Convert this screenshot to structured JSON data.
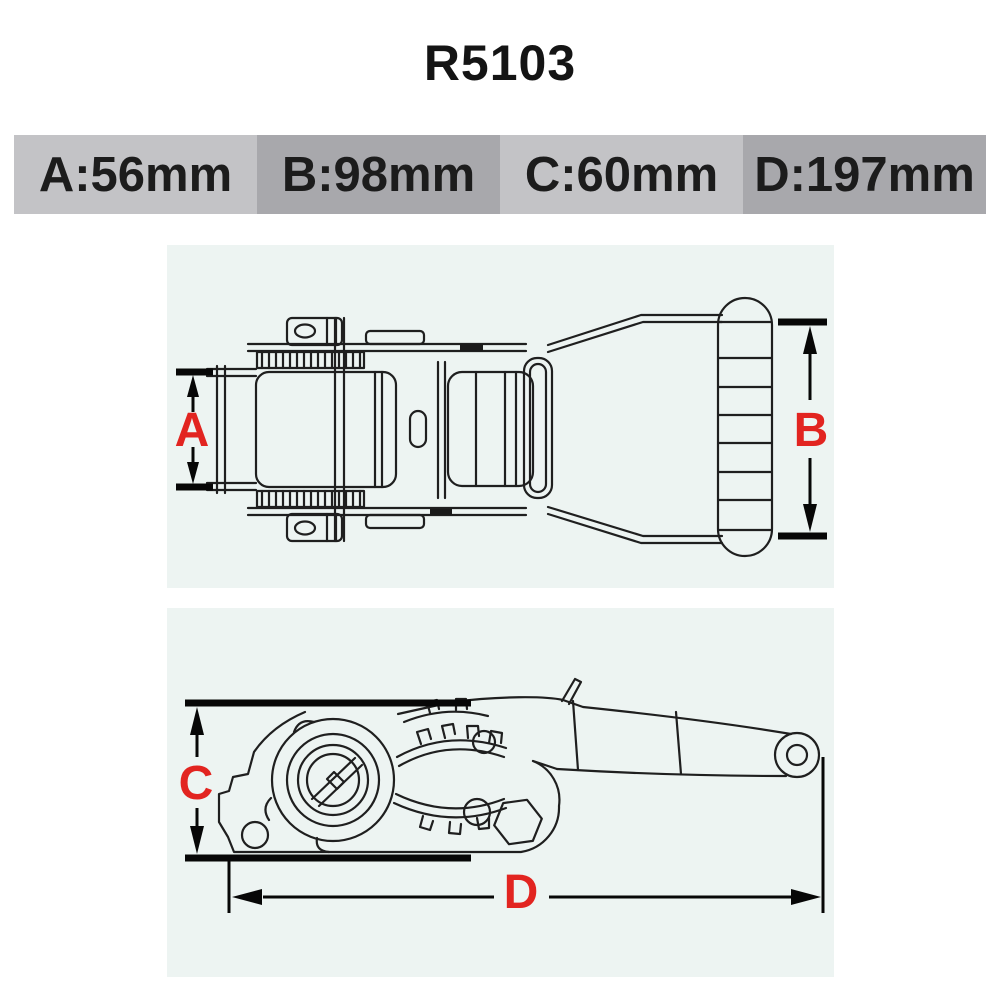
{
  "title": "R5103",
  "spec_bar": {
    "cells": [
      {
        "key": "A",
        "value": "56mm",
        "text": "A:56mm",
        "shade": "light"
      },
      {
        "key": "B",
        "value": "98mm",
        "text": "B:98mm",
        "shade": "dark"
      },
      {
        "key": "C",
        "value": "60mm",
        "text": "C:60mm",
        "shade": "light"
      },
      {
        "key": "D",
        "value": "197mm",
        "text": "D:197mm",
        "shade": "dark"
      }
    ]
  },
  "drawings": {
    "top_view": {
      "description": "top view of ratchet buckle",
      "dim_a": {
        "label": "A"
      },
      "dim_b": {
        "label": "B"
      }
    },
    "side_view": {
      "description": "side view of ratchet mechanism",
      "dim_c": {
        "label": "C"
      },
      "dim_d": {
        "label": "D"
      }
    }
  },
  "colors": {
    "accent_red": "#e22420",
    "bar_light": "#c3c3c6",
    "bar_dark": "#a8a8ac",
    "panel_background": "#edf4f2",
    "line": "#1f1f1f",
    "text": "#141414",
    "page_background": "#ffffff"
  }
}
